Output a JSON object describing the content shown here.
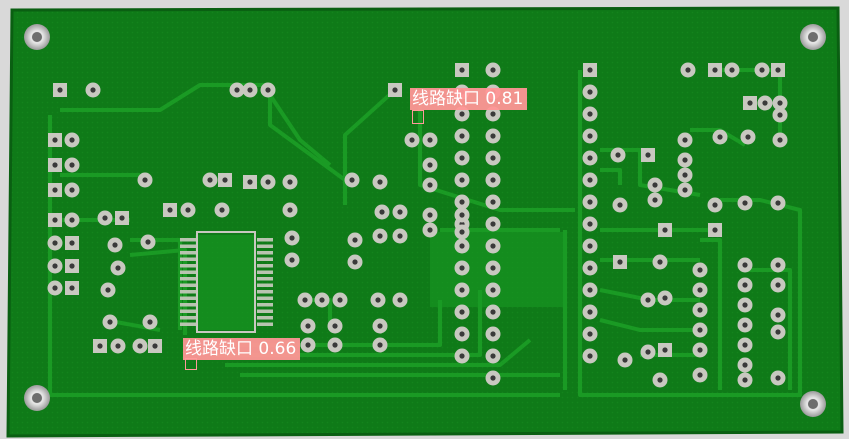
{
  "image": {
    "subject": "pcb-board",
    "colors": {
      "background": "#d9d9d9",
      "board": "#0f7a18",
      "board_edge": "#0a5f12",
      "trace": "#1a9a24",
      "pad": "#c8c8c0",
      "pad_hole": "#3a3a3a",
      "detection": "#ff9a9a"
    }
  },
  "detections": [
    {
      "label": "线路缺口",
      "score": "0.81",
      "text": "线路缺口 0.81"
    },
    {
      "label": "线路缺口",
      "score": "0.66",
      "text": "线路缺口 0.66"
    }
  ]
}
